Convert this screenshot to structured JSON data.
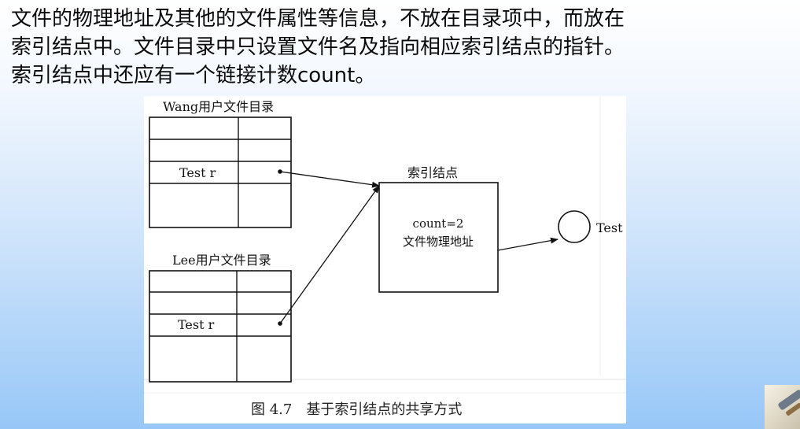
{
  "text": {
    "lines": [
      "文件的物理地址及其他的文件属性等信息，不放在目录项中，而放在",
      "索引结点中。文件目录中只设置文件名及指向相应索引结点的指针。",
      "索引结点中还应有一个链接计数count。"
    ]
  },
  "diagram": {
    "wang_dir_title": "Wang用户文件目录",
    "wang_entry": "Test r",
    "lee_dir_title": "Lee用户文件目录",
    "lee_entry": "Test r",
    "inode_title": "索引结点",
    "inode_count": "count=2",
    "inode_addr": "文件物理地址",
    "file_label": "Test",
    "caption": "图 4.7　基于索引结点的共享方式"
  }
}
